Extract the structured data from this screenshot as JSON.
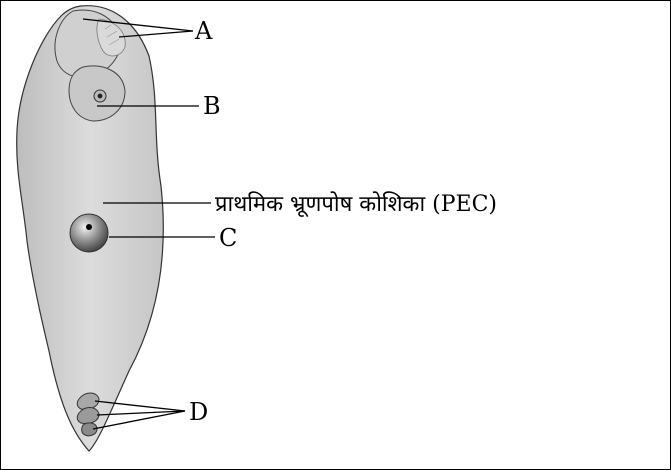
{
  "labels": {
    "a": "A",
    "b": "B",
    "pec": "प्राथमिक भ्रूणपोष कोशिका (PEC)",
    "c": "C",
    "d": "D"
  },
  "colors": {
    "sac_fill": "#d4d4d4",
    "inner_fill": "#c4c4c4",
    "outline": "#333333",
    "line": "#000000"
  }
}
